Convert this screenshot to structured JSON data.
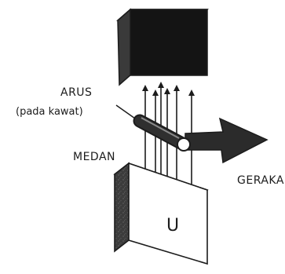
{
  "labels": {
    "current_line1": "ARUS",
    "current_line2": "(pada kawat)",
    "field": "MEDAN",
    "motion": "GERAKAN",
    "south_pole": "U"
  },
  "colors": {
    "ink": "#1c1c1c",
    "top_magnet_front": "#141414",
    "top_magnet_side": "#3a3a3a",
    "top_magnet_top": "#505050",
    "bottom_magnet_front": "#ffffff",
    "bottom_magnet_side": "#3c3c3c",
    "wire": "#2a2a2a",
    "motion_arrow": "#2b2b2b"
  }
}
